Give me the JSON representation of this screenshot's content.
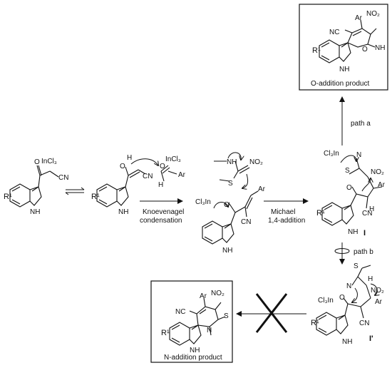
{
  "labels": {
    "knoevenagel_line1": "Knoevenagel",
    "knoevenagel_line2": "condensation",
    "michael_line1": "Michael",
    "michael_line2": "1,4-addition",
    "path_a": "path a",
    "path_b": "path b",
    "o_product": "O-addition product",
    "n_product": "N-addition product",
    "intermediate_I": "I",
    "intermediate_I_prime": "I'"
  },
  "atoms": {
    "R1": "R¹",
    "NH": "NH",
    "N": "N",
    "H": "H",
    "O": "O",
    "CN": "CN",
    "NC": "NC",
    "NO2": "NO₂",
    "Ar": "Ar",
    "InCl3": "InCl₃",
    "Cl3In": "Cl₃In",
    "S": "S",
    "NH_methyl": "NH"
  }
}
